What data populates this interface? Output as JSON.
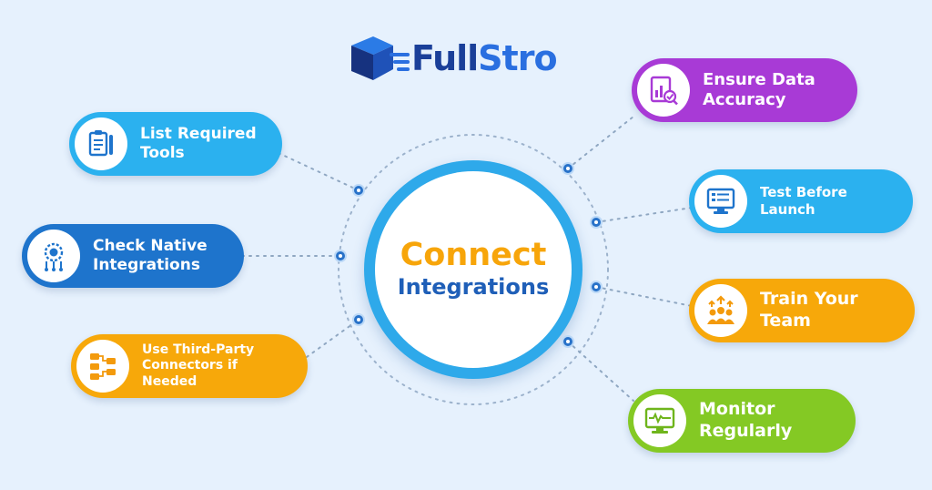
{
  "logo": {
    "text": "FullStro"
  },
  "center": {
    "title": "Connect",
    "subtitle": "Integrations"
  },
  "steps": [
    {
      "label_lines": [
        "List Required",
        "Tools"
      ],
      "icon": "clipboard-tools-icon",
      "color": "#2bb1ef"
    },
    {
      "label_lines": [
        "Check Native",
        "Integrations"
      ],
      "icon": "gear-network-icon",
      "color": "#1e74cc"
    },
    {
      "label_lines": [
        "Use Third-Party",
        "Connectors if",
        "Needed"
      ],
      "icon": "connector-flow-icon",
      "color": "#f7a80a"
    },
    {
      "label_lines": [
        "Ensure Data",
        "Accuracy"
      ],
      "icon": "data-check-icon",
      "color": "#a83ad6"
    },
    {
      "label_lines": [
        "Test Before",
        "Launch"
      ],
      "icon": "test-checklist-icon",
      "color": "#2bb1ef"
    },
    {
      "label_lines": [
        "Train Your",
        "Team"
      ],
      "icon": "team-training-icon",
      "color": "#f7a80a"
    },
    {
      "label_lines": [
        "Monitor",
        "Regularly"
      ],
      "icon": "monitor-screen-icon",
      "color": "#84c924"
    }
  ],
  "colors": {
    "background": "#e6f1fd",
    "hub_ring": "#2ea9ea",
    "title_orange": "#f7a50a",
    "subtitle_blue": "#1f5fb8",
    "connector": "#2872c9"
  }
}
